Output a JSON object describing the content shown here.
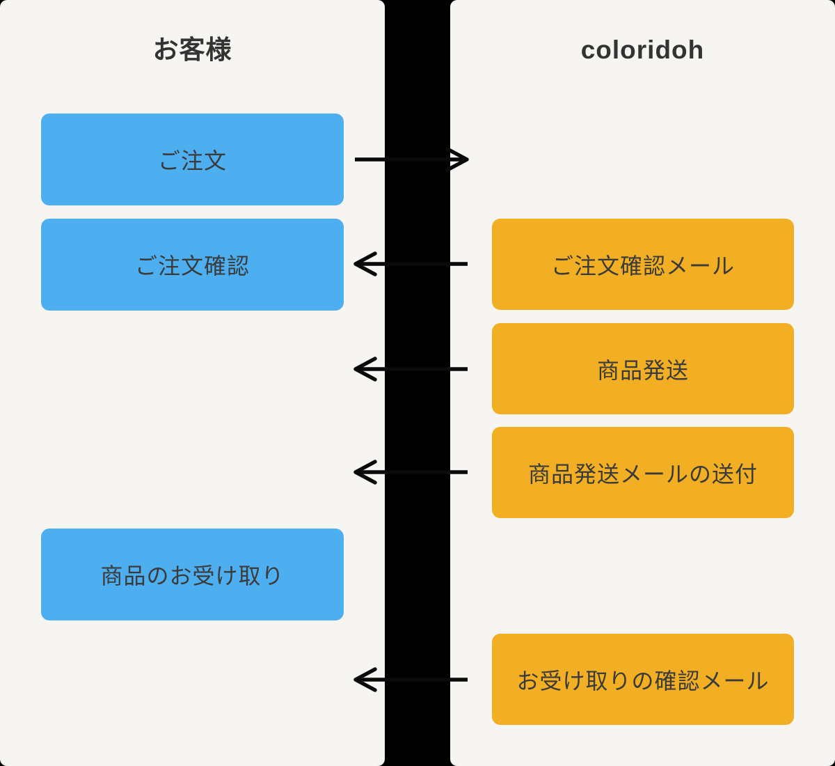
{
  "diagram": {
    "background_color": "#000000",
    "panel_color": "#F7F5F1",
    "text_color": "#3B3B3B",
    "customer_lane": {
      "title": "お客様",
      "box_color": "#4DAEF0",
      "boxes": [
        {
          "label": "ご注文"
        },
        {
          "label": "ご注文確認"
        },
        {
          "label": "商品のお受け取り"
        }
      ]
    },
    "company_lane": {
      "title": "coloridoh",
      "box_color": "#F2AF24",
      "boxes": [
        {
          "label": "ご注文確認メール"
        },
        {
          "label": "商品発送"
        },
        {
          "label": "商品発送メールの送付"
        },
        {
          "label": "お受け取りの確認メール"
        }
      ]
    },
    "arrows": [
      {
        "from": "ご注文",
        "to": "coloridoh",
        "direction": "right"
      },
      {
        "from": "ご注文確認メール",
        "to": "ご注文確認",
        "direction": "left"
      },
      {
        "from": "商品発送",
        "to": "お客様",
        "direction": "left"
      },
      {
        "from": "商品発送メールの送付",
        "to": "お客様",
        "direction": "left"
      },
      {
        "from": "お受け取りの確認メール",
        "to": "お客様",
        "direction": "left"
      }
    ]
  }
}
